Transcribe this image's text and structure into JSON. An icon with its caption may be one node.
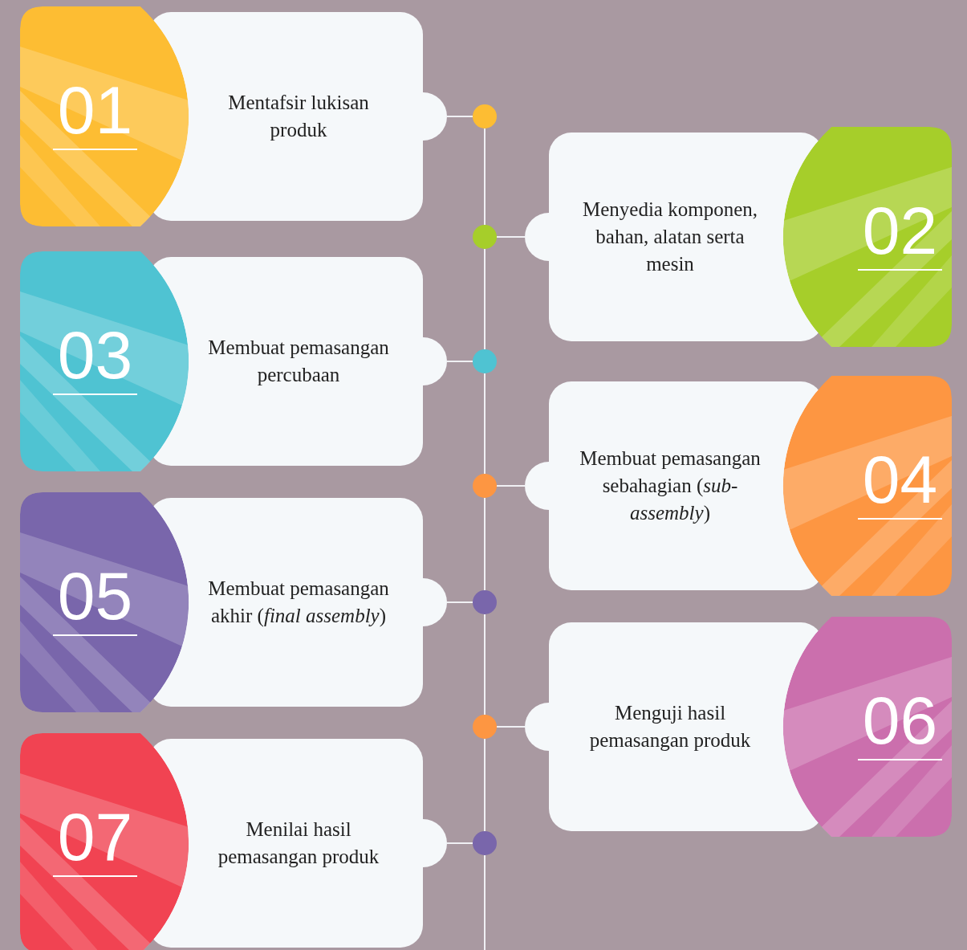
{
  "diagram": {
    "nodes": [
      {
        "text": [
          "01",
          "Mentafsir lukisan produk"
        ]
      },
      {
        "text": [
          "Menyedia komponen, bahan, alatan serta mesin",
          "02"
        ]
      },
      {
        "text": [
          "03",
          "Membuat pemasangan percubaan"
        ]
      },
      {
        "text": [
          "Membuat pemasangan sebahagian (*sub-assembly*)",
          "04"
        ]
      },
      {
        "text": [
          "05",
          "Membuat pemasangan akhir (*final assembly*)"
        ]
      },
      {
        "text": [
          "Menguji hasil pemasangan produk",
          "06"
        ]
      },
      {
        "text": [
          "07",
          "Menilai hasil pemasangan produk"
        ]
      },
      {
        "text": [],
        "shape": "circle"
      },
      {
        "text": [],
        "shape": "circle"
      },
      {
        "text": [],
        "shape": "circle"
      },
      {
        "text": [],
        "shape": "circle"
      },
      {
        "text": [],
        "shape": "circle"
      },
      {
        "text": [],
        "shape": "circle"
      },
      {
        "text": [],
        "shape": "circle"
      }
    ],
    "edges": [
      {
        "from": 0,
        "to": 7,
        "arrow": "none"
      },
      {
        "from": 1,
        "to": 8,
        "arrow": "none"
      },
      {
        "from": 2,
        "to": 9,
        "arrow": "none"
      },
      {
        "from": 3,
        "to": 10,
        "arrow": "none"
      },
      {
        "from": 4,
        "to": 11,
        "arrow": "none"
      },
      {
        "from": 5,
        "to": 12,
        "arrow": "none"
      },
      {
        "from": 6,
        "to": 13,
        "arrow": "none"
      },
      {
        "from": 7,
        "to": 8,
        "arrow": "none"
      },
      {
        "from": 8,
        "to": 9,
        "arrow": "none"
      },
      {
        "from": 9,
        "to": 10,
        "arrow": "none"
      },
      {
        "from": 10,
        "to": 11,
        "arrow": "none"
      },
      {
        "from": 11,
        "to": 12,
        "arrow": "none"
      },
      {
        "from": 12,
        "to": 13,
        "arrow": "none"
      },
      {
        "from": 13,
        "to": null,
        "arrow": "none"
      }
    ]
  }
}
